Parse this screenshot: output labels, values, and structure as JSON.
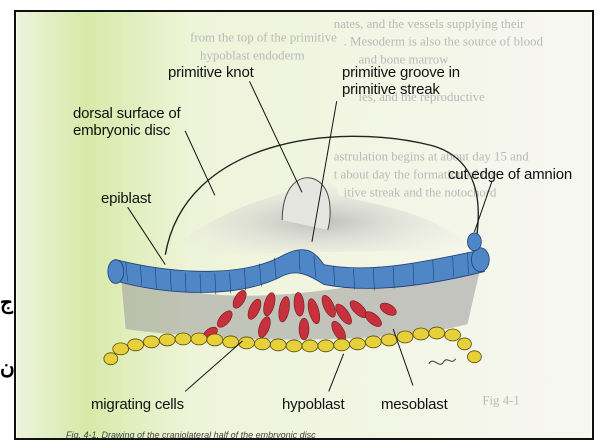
{
  "labels": {
    "primitive_knot": "primitive knot",
    "primitive_groove_l1": "primitive groove in",
    "primitive_groove_l2": "primitive streak",
    "dorsal_surface_l1": "dorsal surface of",
    "dorsal_surface_l2": "embryonic disc",
    "epiblast": "epiblast",
    "cut_edge": "cut edge of amnion",
    "migrating_cells": "migrating cells",
    "hypoblast": "hypoblast",
    "mesoblast": "mesoblast"
  },
  "caption": "Fig. 4-1. Drawing of the craniolateral half of the embryonic disc",
  "margin_text": [
    "ج",
    "ن"
  ],
  "colors": {
    "epiblast": "#4f86c6",
    "hypoblast": "#e6d13a",
    "mesoblast": "#c8303c",
    "page_green": "#d9ebb0"
  }
}
